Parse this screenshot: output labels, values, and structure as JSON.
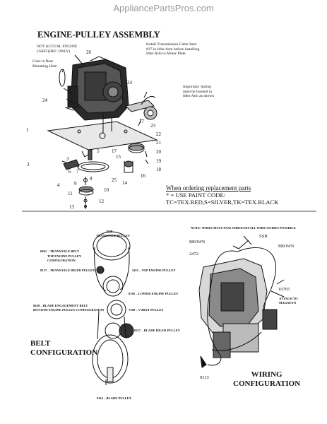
{
  "watermark": "AppliancePartsPros.com",
  "engine_pulley": {
    "title": "ENGINE-PULLEY ASSEMBLY",
    "note_engine": [
      "NOT ACTUAL ENGINE",
      "USED (REF. ONLY)"
    ],
    "note_cable": [
      "Install Transmission Cable Item",
      "#27 in Idler Arm before installing",
      "Idler Arm to Motor Plate"
    ],
    "note_rear": [
      "Goes in Rear",
      "Mounting Hole"
    ],
    "note_spring": [
      "Important: Spring",
      "must be hooked in",
      "Idler Arm as shown"
    ],
    "callouts": [
      "26",
      "24",
      "24",
      "1",
      "17",
      "23",
      "22",
      "21",
      "20",
      "19",
      "18",
      "2",
      "3",
      "5",
      "6",
      "17",
      "7",
      "15",
      "16",
      "25",
      "14",
      "8",
      "4",
      "9",
      "10",
      "11",
      "12",
      "13"
    ]
  },
  "ordering": {
    "heading": "When ordering replacement parts",
    "lines": [
      "* = USE PAINT CODE:",
      "TC=TEX.RED,S=SILVER,TK=TEX.BLACK"
    ]
  },
  "belt": {
    "title": [
      "BELT",
      "CONFIGURATION"
    ],
    "labels": [
      "1948",
      "TRANSAXLE PULLEY",
      "6061 – TRANSAXLE BELT",
      "TOP ENGINE PULLEY",
      "CONFIGURATION",
      "8127 – TRANSAXLE IDLER PULLEY",
      "2411 – TOP ENGINE PULLEY",
      "8105 – LOWER ENGINE PULLEY",
      "8430 – BLADE ENGAGEMENT BELT",
      "BOTTOM ENGINE PULLEY CONFIGURATION",
      "7309 – V-BELT PULLEY",
      "8327 – BLADE IDLER PULLEY",
      "9114 – BLADE PULLEY"
    ]
  },
  "wiring": {
    "note": "NOTE: WIRES MUST PASS THROUGH ALL WIRE GUIDES POSSIBLE",
    "labels": [
      "SSB",
      "BROWN",
      "BROWN",
      "2472",
      "10765",
      "ATTACH TO",
      "MAGNETO",
      "9113"
    ],
    "title": [
      "WIRING",
      "CONFIGURATION"
    ]
  },
  "colors": {
    "ink": "#111111",
    "watermark": "#9a9a9a",
    "paper": "#ffffff"
  }
}
